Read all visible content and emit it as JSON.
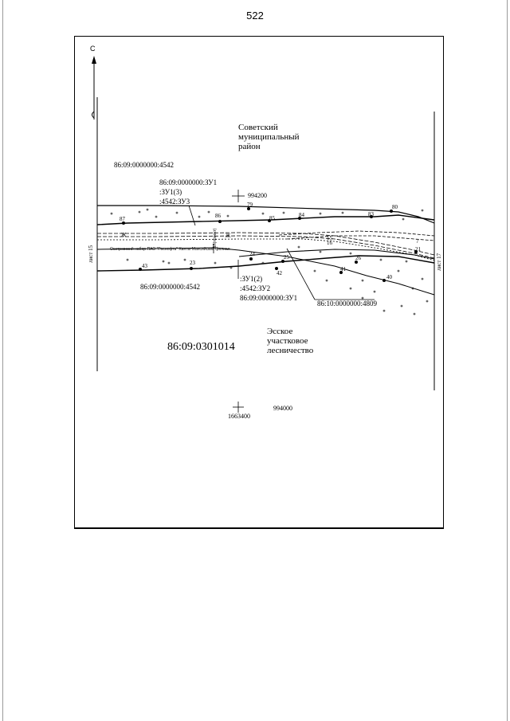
{
  "page_number": "522",
  "north_label": "С",
  "regions": {
    "district": [
      "Советский",
      "муниципальный",
      "район"
    ],
    "forestry": [
      "Эсское",
      "участковое",
      "лесничество"
    ],
    "block": "86:09:0301014"
  },
  "parcels": {
    "north_parcel": "86:09:0000000:4542",
    "north_zu_lines": [
      "86:09:0000000:ЗУ1",
      ":ЗУ1(3)",
      ":4542:ЗУ3"
    ],
    "south_parcel": "86:09:0000000:4542",
    "south_zu_lines": [
      ":ЗУ1(2)",
      ":4542:ЗУ2",
      "86:09:0000000:ЗУ1"
    ],
    "other_parcel": "86:10:0000000:4809"
  },
  "coordinates": {
    "cross_top": "994200",
    "cross_bottom_y": "994000",
    "cross_bottom_x": "1663400"
  },
  "sheets": {
    "left": "лист 15",
    "right": "лист 17"
  },
  "pipeline_label": "Осетровский набор ПАО \"Роснефть\" Ханты-Мансийский филиал",
  "small_vertical_label": "ВЛ(проект)",
  "boundary_points": {
    "north": [
      "87",
      "86",
      "79",
      "85",
      "84",
      "83",
      "80"
    ],
    "south": [
      "43",
      "23",
      "24",
      "25",
      "26",
      "41",
      "42",
      "40",
      "21"
    ],
    "center": [
      "Ж",
      "15",
      "16",
      "7"
    ]
  }
}
